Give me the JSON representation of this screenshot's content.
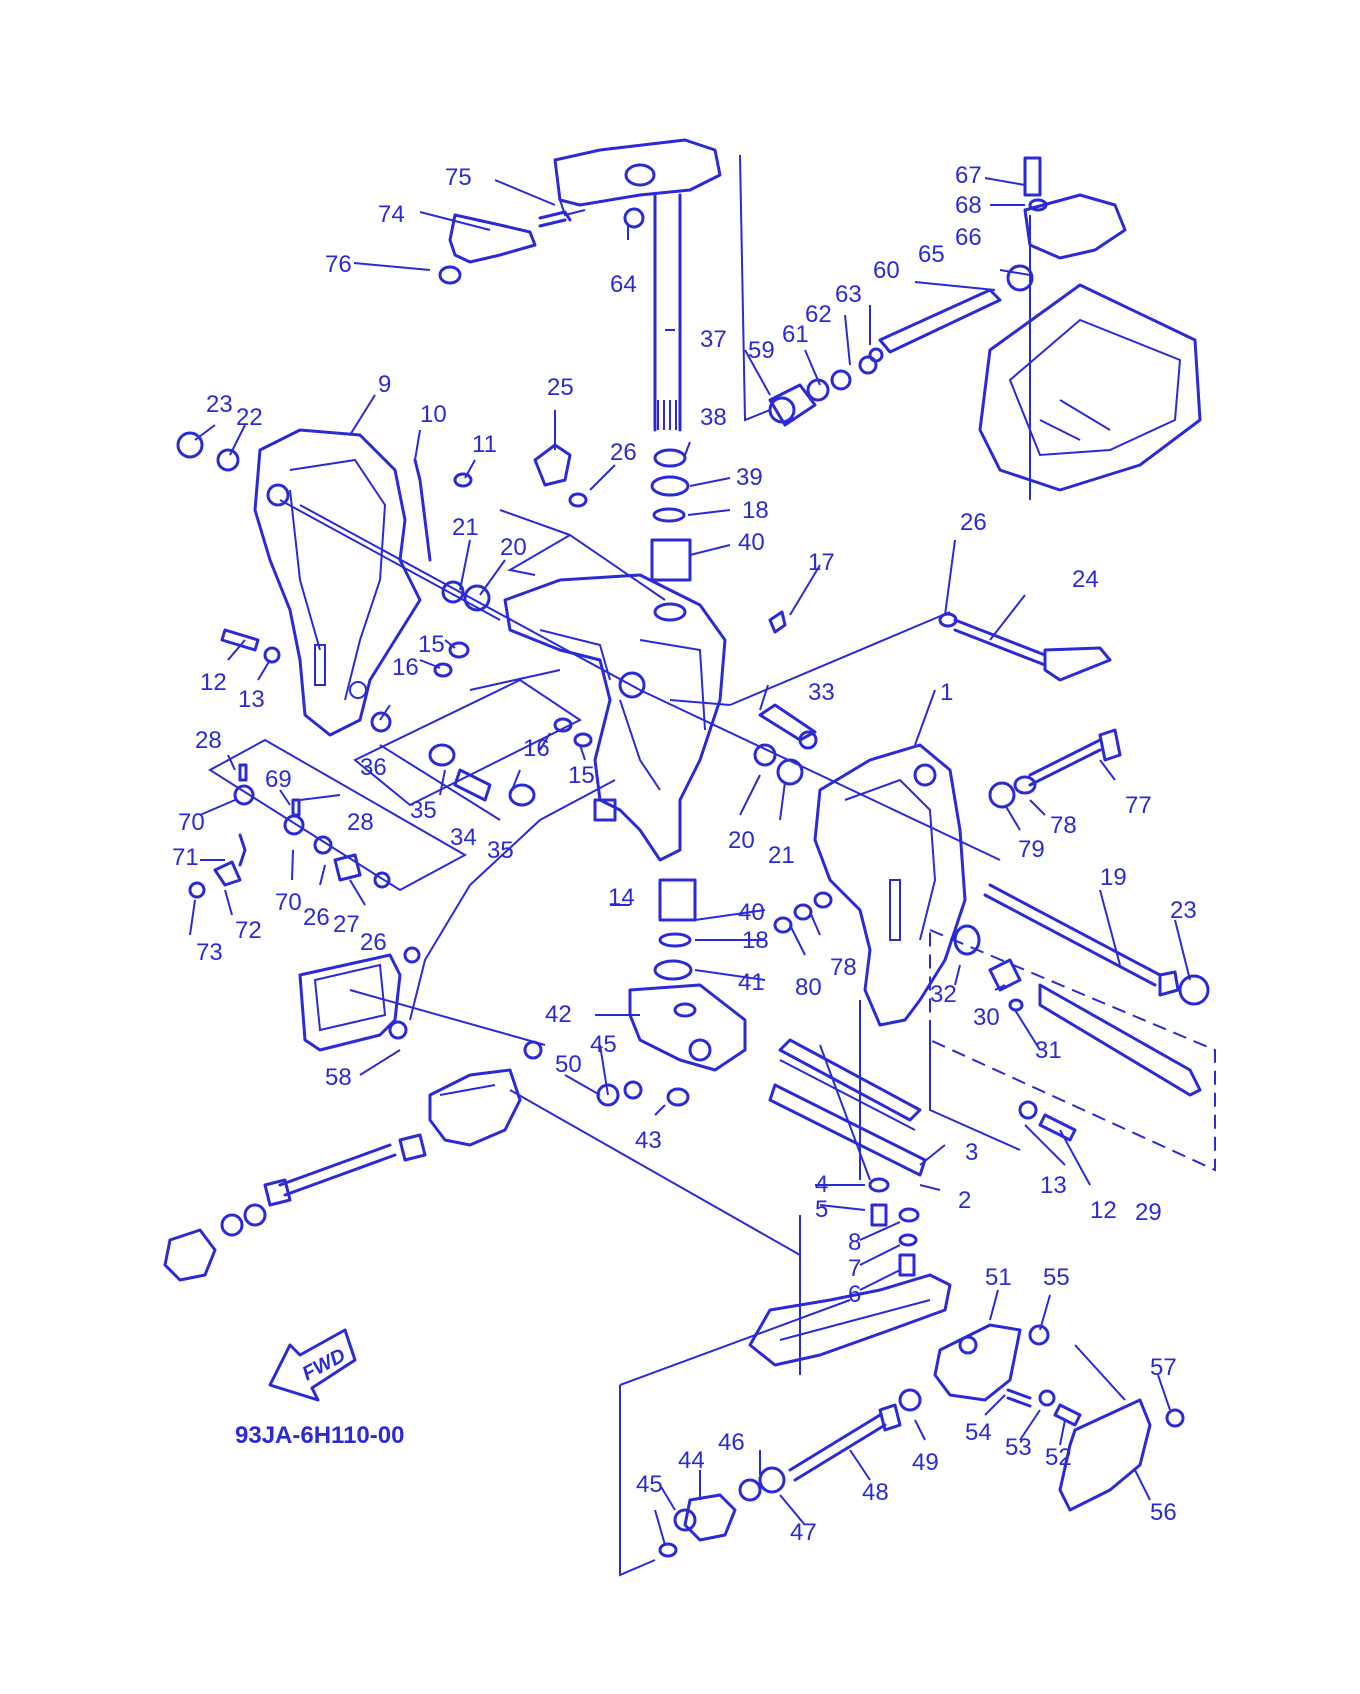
{
  "diagram": {
    "code": "93JA-6H110-00",
    "direction_marker": "FWD",
    "line_color": "#2a2ad6",
    "callouts": [
      "1",
      "2",
      "3",
      "4",
      "5",
      "6",
      "7",
      "8",
      "9",
      "10",
      "11",
      "12",
      "13",
      "14",
      "15",
      "16",
      "17",
      "18",
      "19",
      "20",
      "21",
      "22",
      "23",
      "24",
      "25",
      "26",
      "27",
      "28",
      "29",
      "30",
      "31",
      "32",
      "33",
      "34",
      "35",
      "36",
      "37",
      "38",
      "39",
      "40",
      "41",
      "42",
      "43",
      "44",
      "45",
      "46",
      "47",
      "48",
      "49",
      "50",
      "51",
      "52",
      "53",
      "54",
      "55",
      "56",
      "57",
      "58",
      "59",
      "60",
      "61",
      "62",
      "63",
      "64",
      "65",
      "66",
      "67",
      "68",
      "69",
      "70",
      "71",
      "72",
      "73",
      "74",
      "75",
      "76",
      "77",
      "78",
      "79",
      "80"
    ]
  }
}
